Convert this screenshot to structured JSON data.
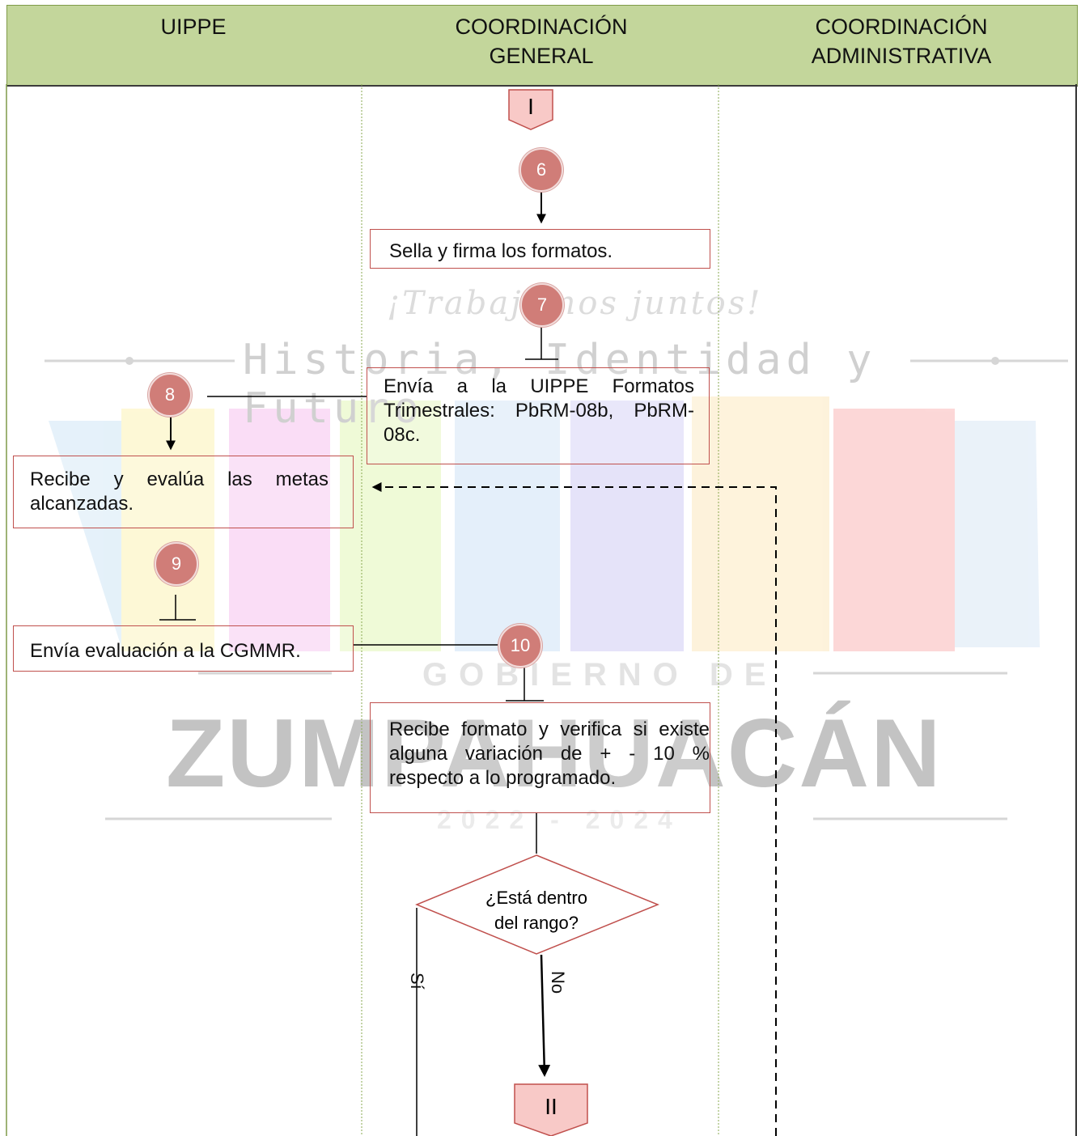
{
  "header": {
    "lanes": [
      "UIPPE",
      "COORDINACIÓN\nGENERAL",
      "COORDINACIÓN\nADMINISTRATIVA"
    ]
  },
  "watermark": {
    "slogan": "¡Trabajamos juntos!",
    "tagline": "Historia, Identidad y Futuro",
    "gov": "GOBIERNO DE",
    "name": "ZUMPAHUACÁN",
    "years": "2022 - 2024"
  },
  "connectors": {
    "top": "I",
    "bottom": "II"
  },
  "steps": [
    "6",
    "7",
    "8",
    "9",
    "10"
  ],
  "boxes": {
    "b6": "Sella y firma los formatos.",
    "b7": "Envía a la UIPPE Formatos Trimestrales: PbRM-08b, PbRM-08c.",
    "b8": "Recibe y evalúa las metas alcanzadas.",
    "b9": "Envía evaluación a la CGMMR.",
    "b10": "Recibe formato y verifica si existe alguna variación de + - 10 % respecto a lo programado."
  },
  "decision": {
    "line1": "¿Está dentro",
    "line2": "del rango?"
  },
  "branches": {
    "yes": "Sí",
    "no": "No"
  },
  "colors": {
    "header": "#c3d69b",
    "box_border": "#c0504d",
    "circle": "#d07d78",
    "connector": "#f8c9c7"
  }
}
